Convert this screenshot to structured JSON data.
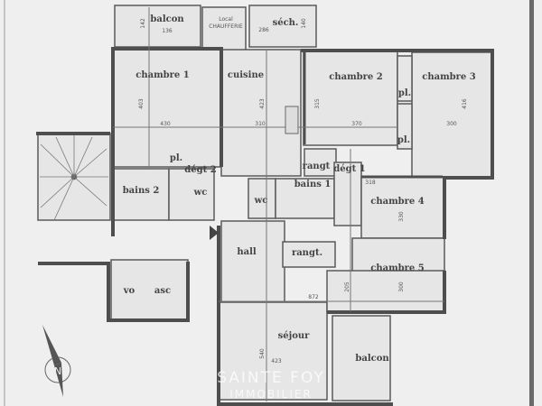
{
  "rooms": {
    "balcon_top": "balcon",
    "local": "Local",
    "chaufferie": "CHAUFFERIE",
    "sech": "séch.",
    "chambre1": "chambre 1",
    "cuisine": "cuisine",
    "chambre2": "chambre 2",
    "chambre3": "chambre 3",
    "pl1": "pl.",
    "pl2": "pl.",
    "pl3": "pl.",
    "rangt1": "rangt",
    "degt2": "dégt 2",
    "bains2": "bains 2",
    "wc_small": "wc",
    "wc": "wc",
    "bains1": "bains 1",
    "degt1": "dégt 1",
    "chambre4": "chambre 4",
    "hall": "hall",
    "rangt2": "rangt.",
    "chambre5": "chambre 5",
    "sejour": "séjour",
    "balcon_bottom": "balcon",
    "vo": "vo",
    "asc": "asc"
  },
  "dimensions": {
    "balcon_top_w": "136",
    "balcon_top_h": "142",
    "sech_w": "286",
    "sech_h": "140",
    "chambre1_h": "403",
    "chambre1_w": "430",
    "cuisine_h": "423",
    "cuisine_w": "310",
    "chambre2_h": "315",
    "chambre2_w": "370",
    "chambre3_h": "416",
    "chambre3_w": "300",
    "chambre4_w": "318",
    "chambre4_h": "330",
    "chambre5_h": "300",
    "hall_w": "872",
    "couloir_h": "205",
    "sejour_h": "540",
    "sejour_w": "423"
  },
  "compass": {
    "north": "N"
  },
  "watermark": {
    "line1": "SAINTE FOY",
    "line2": "IMMOBILIER"
  }
}
